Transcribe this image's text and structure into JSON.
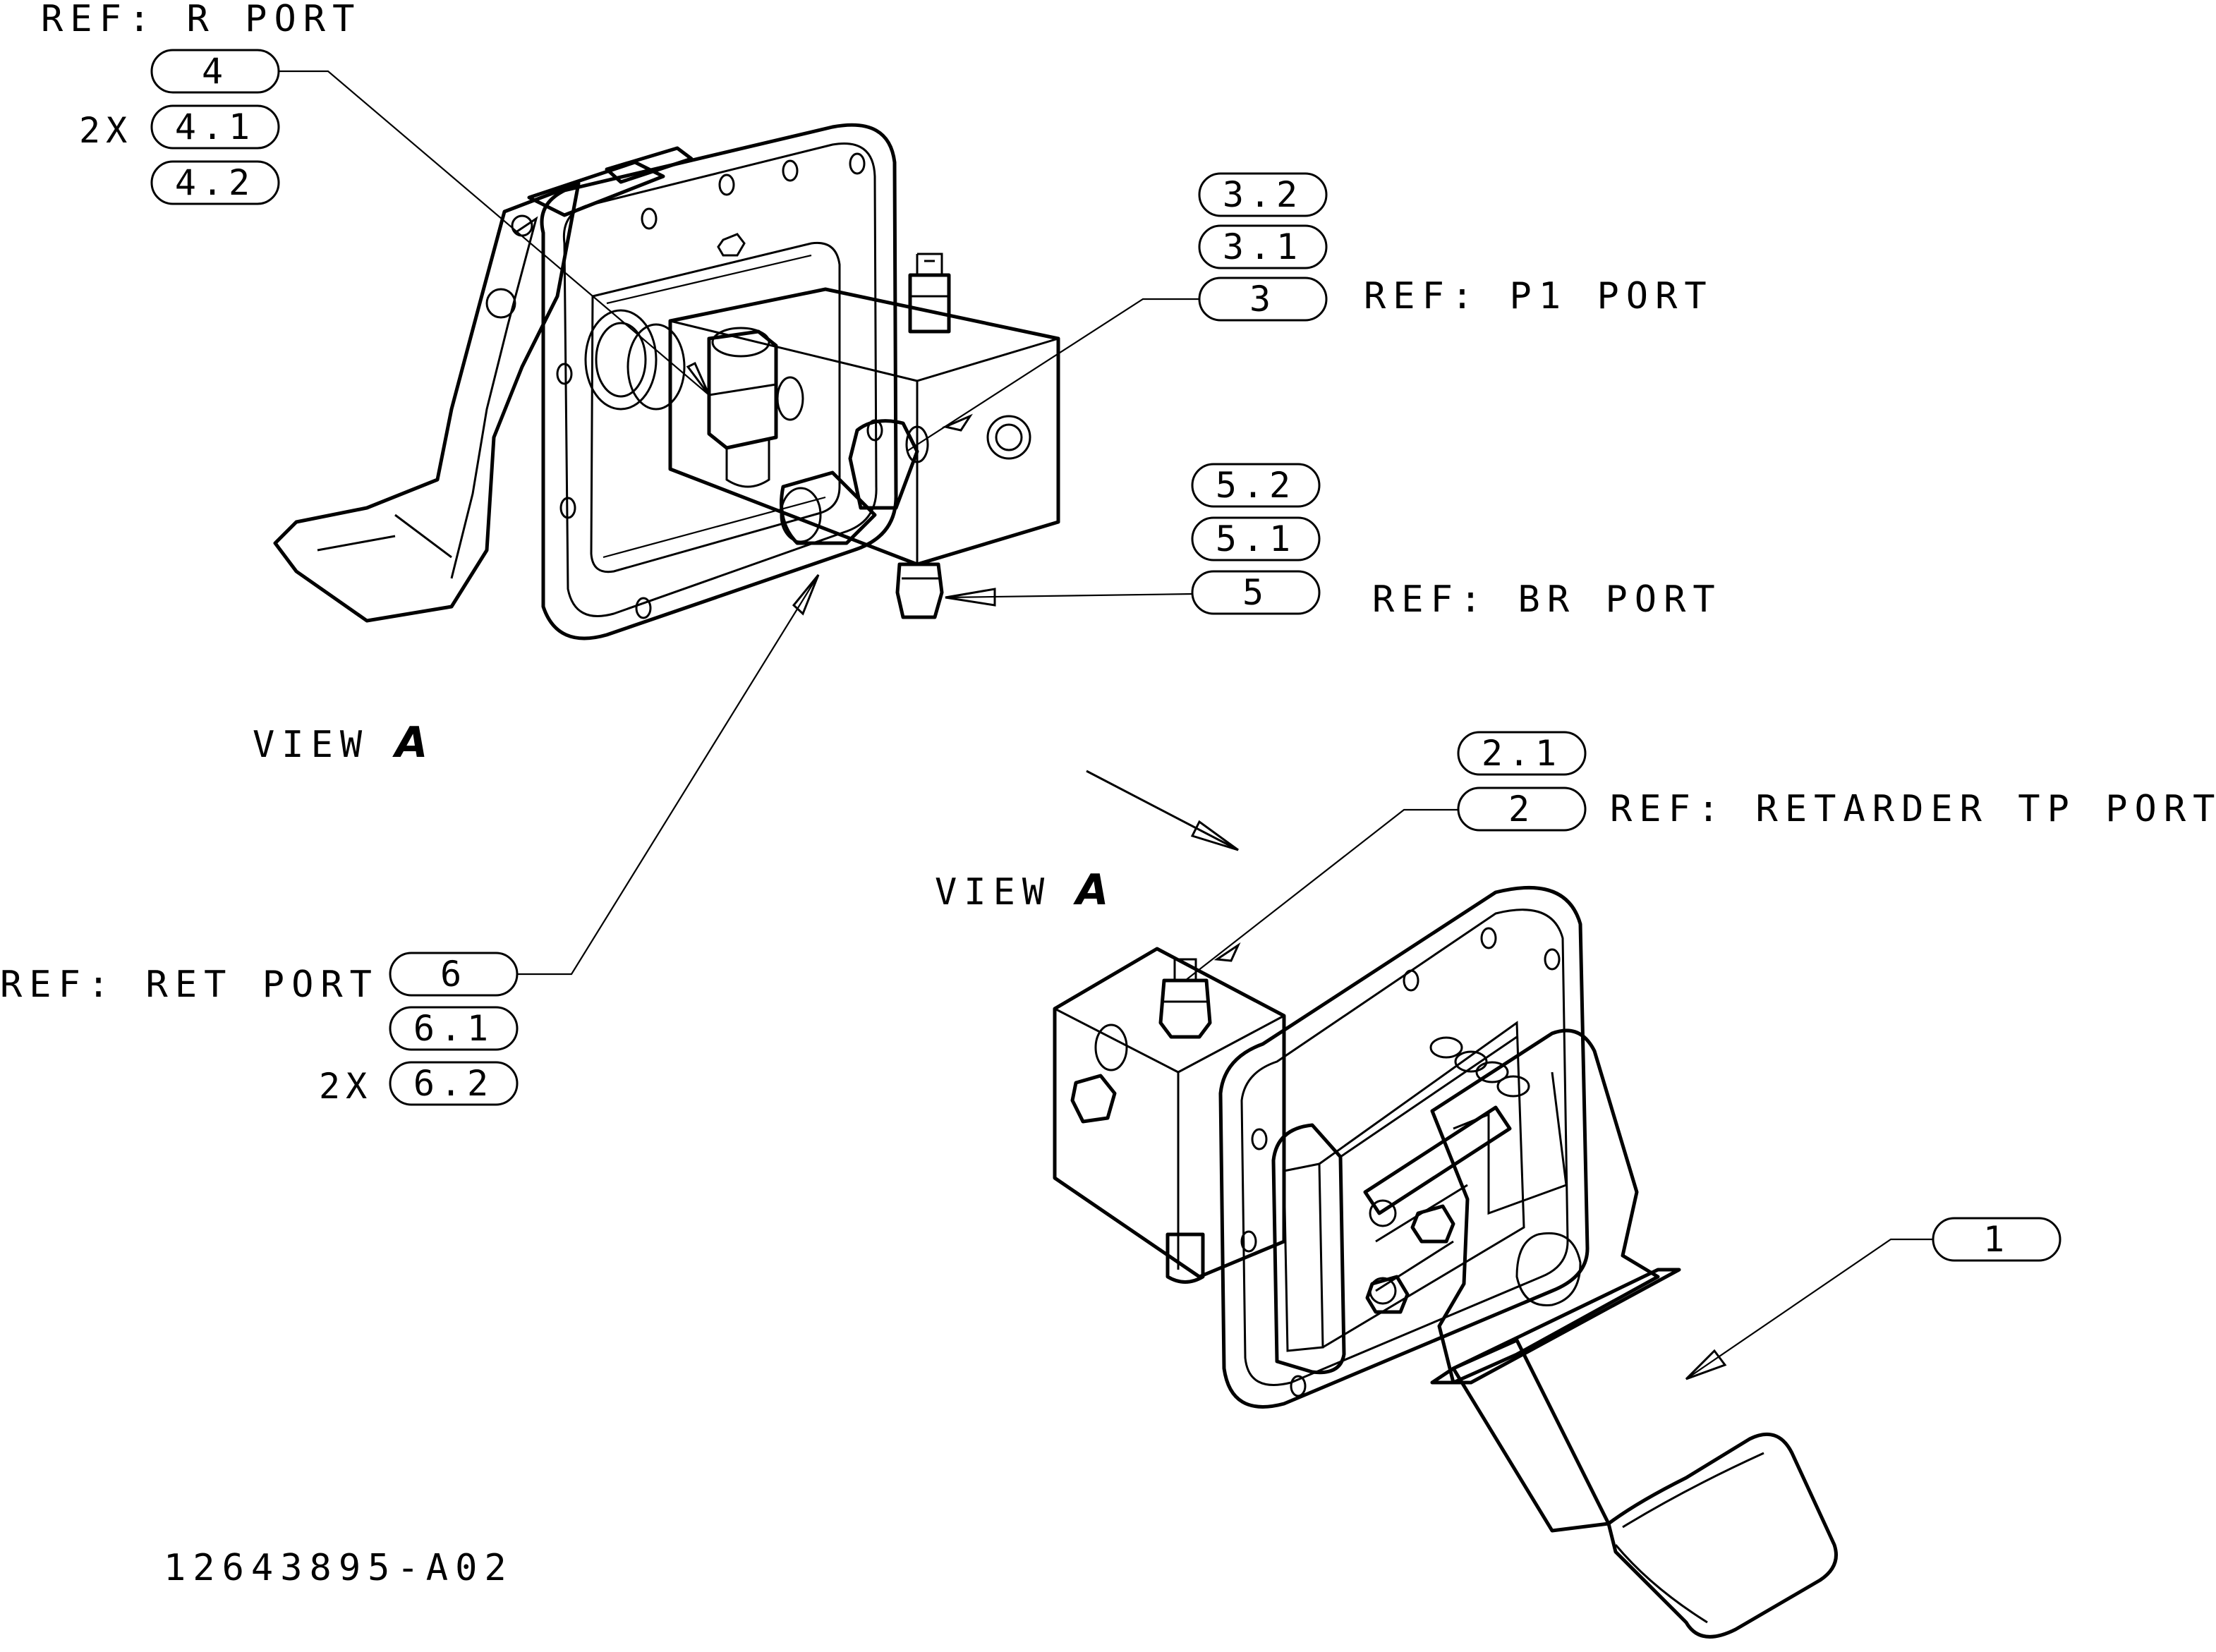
{
  "refs": {
    "r_port": "REF: R PORT",
    "p1_port": "REF: P1 PORT",
    "br_port": "REF: BR PORT",
    "retarder_tp_port": "REF: RETARDER TP PORT",
    "ret_port": "REF: RET PORT"
  },
  "balloons": {
    "b4": "4",
    "b4_1": "4.1",
    "b4_2": "4.2",
    "qty_4_1": "2X",
    "b3_2": "3.2",
    "b3_1": "3.1",
    "b3": "3",
    "b5_2": "5.2",
    "b5_1": "5.1",
    "b5": "5",
    "b2_1": "2.1",
    "b2": "2",
    "b6": "6",
    "b6_1": "6.1",
    "b6_2": "6.2",
    "qty_6_2": "2X",
    "b1": "1"
  },
  "view_labels": {
    "top_view_word": "VIEW",
    "top_view_letter": "A",
    "arrow_view_word": "VIEW",
    "arrow_view_letter": "A"
  },
  "drawing_number": "12643895-A02"
}
